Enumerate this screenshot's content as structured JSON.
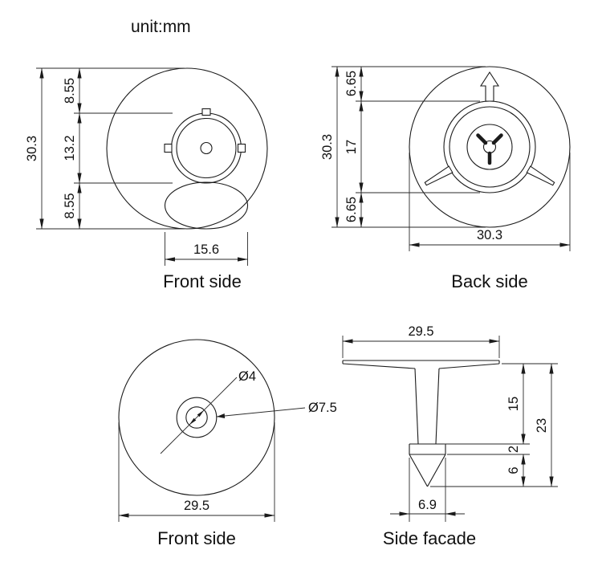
{
  "unit_label": "unit:mm",
  "front_top": {
    "label": "Front side",
    "overall_height": "30.3",
    "seg_top": "8.55",
    "seg_mid": "13.2",
    "seg_bottom": "8.55",
    "ellipse_width": "15.6"
  },
  "back": {
    "label": "Back side",
    "overall_height": "30.3",
    "seg_top": "6.65",
    "seg_mid": "17",
    "seg_bottom": "6.65",
    "overall_width": "30.3"
  },
  "front_bottom": {
    "label": "Front side",
    "hole_dia": "Ø4",
    "boss_dia": "Ø7.5",
    "overall_width": "29.5"
  },
  "side": {
    "label": "Side facade",
    "cap_width": "29.5",
    "stem_len": "15",
    "collar_len": "2",
    "tip_len": "6",
    "total_len": "23",
    "tip_width": "6.9"
  }
}
